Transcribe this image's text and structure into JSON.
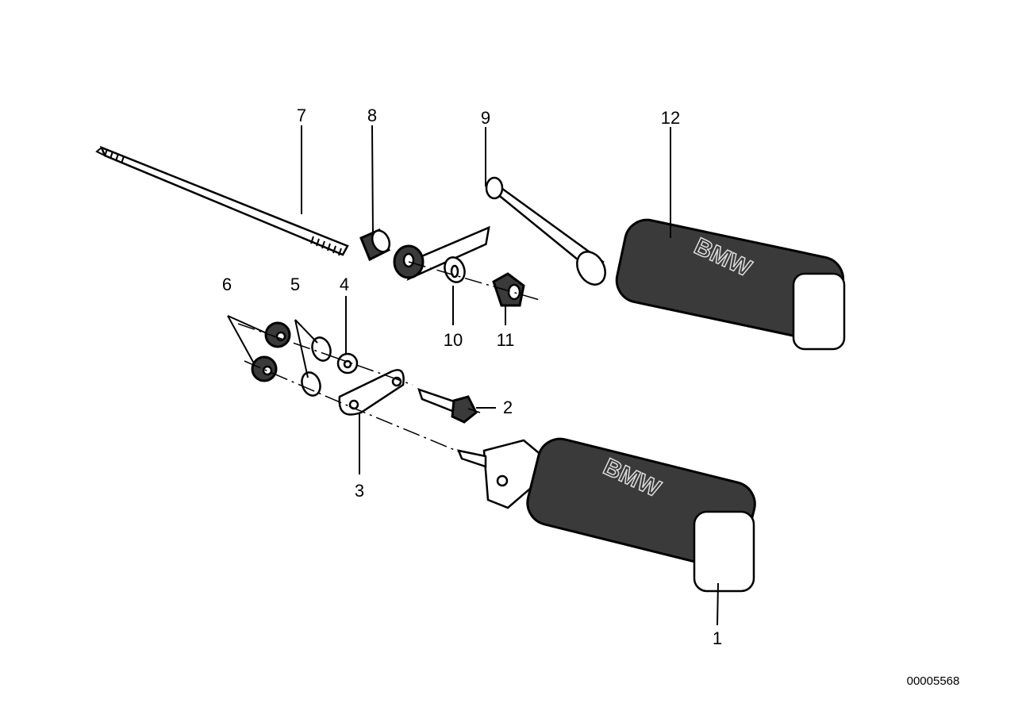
{
  "diagram": {
    "part_labels": [
      "1",
      "2",
      "3",
      "4",
      "5",
      "6",
      "7",
      "8",
      "9",
      "10",
      "11",
      "12"
    ],
    "drawing_number": "00005568",
    "footpeg_logo": "BMW"
  }
}
